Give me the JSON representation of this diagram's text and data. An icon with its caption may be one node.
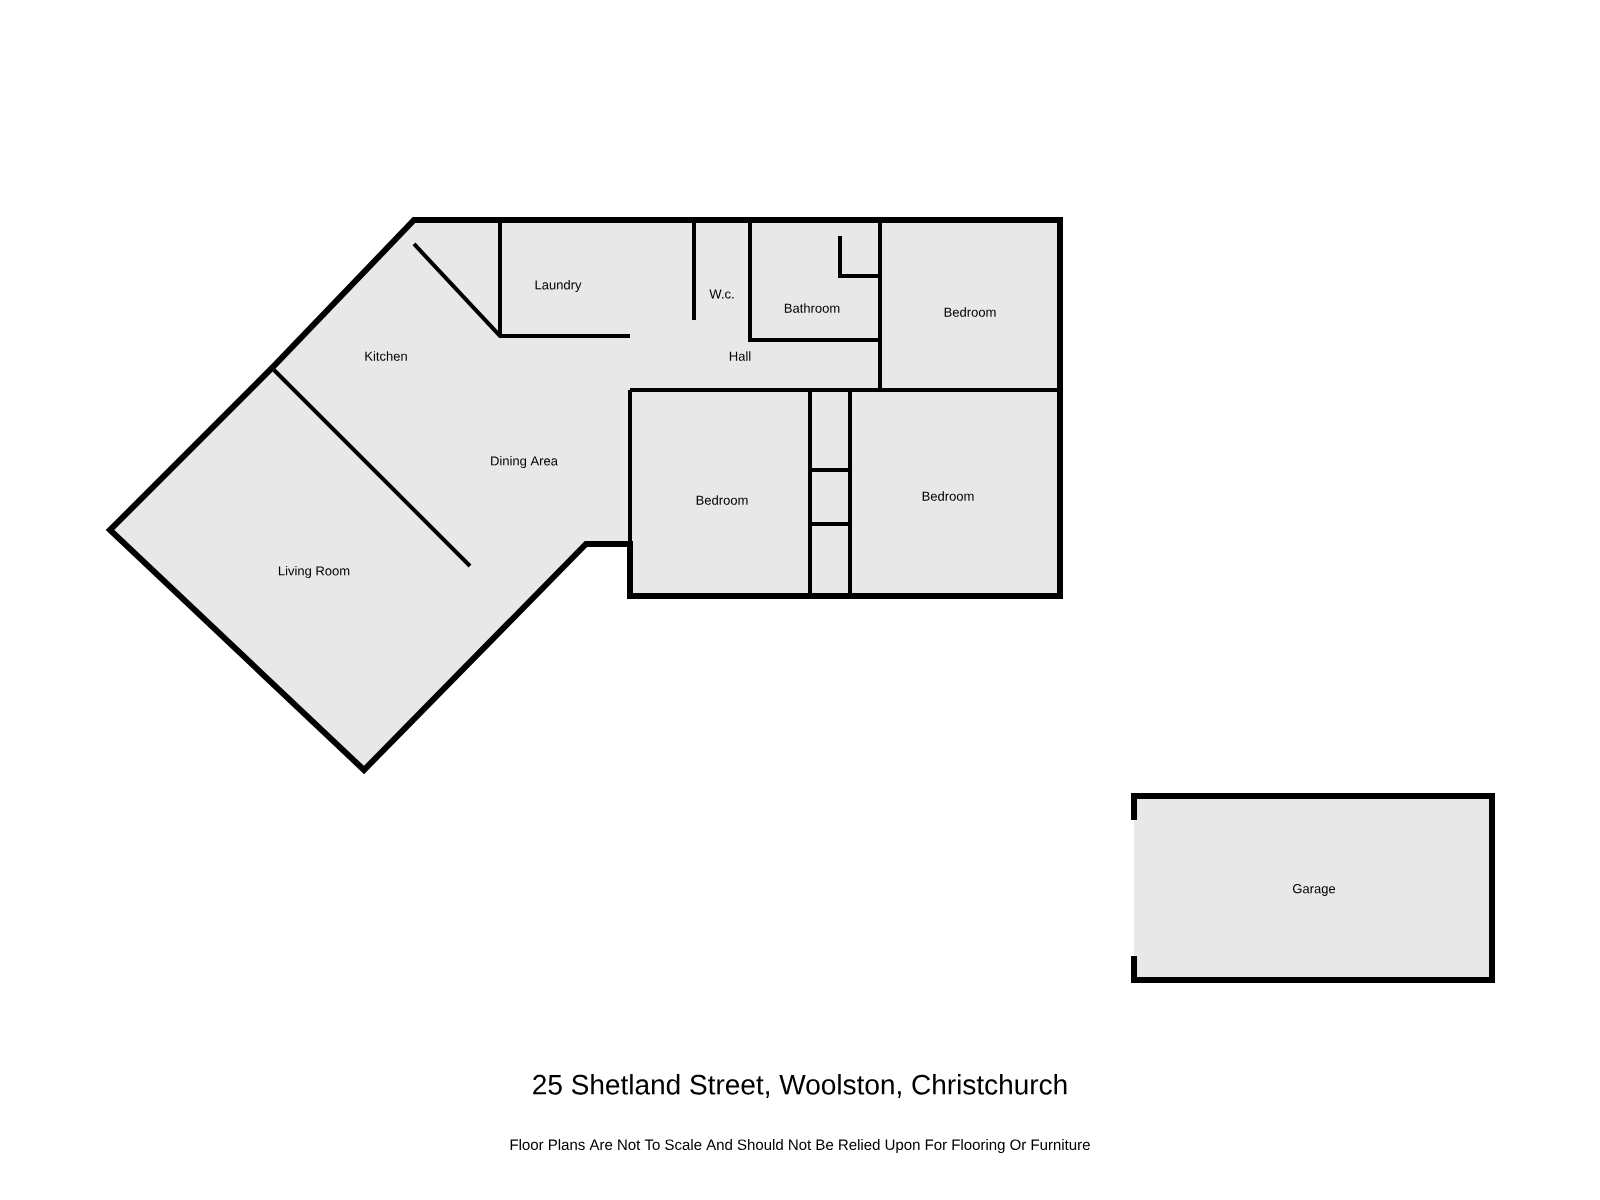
{
  "diagram": {
    "title": "25 Shetland Street, Woolston, Christchurch",
    "caption": "Floor Plans Are Not To Scale And Should Not Be Relied Upon For Flooring Or Furniture",
    "labels": [
      "Laundry",
      "W.c.",
      "Bathroom",
      "Bedroom",
      "Kitchen",
      "Hall",
      "Dining Area",
      "Bedroom",
      "Bedroom",
      "Living Room",
      "Garage"
    ]
  }
}
